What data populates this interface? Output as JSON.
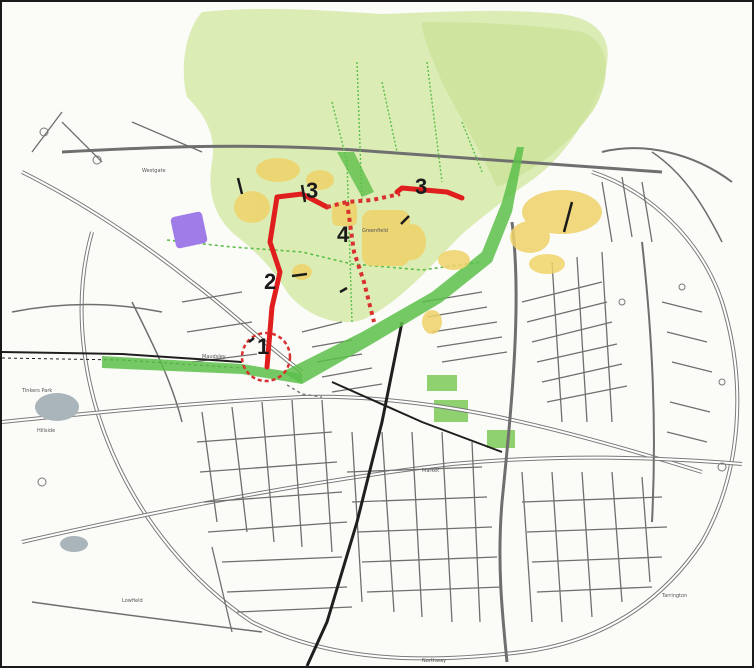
{
  "map": {
    "route_labels": {
      "r1": "1",
      "r2": "2",
      "r3a": "3",
      "r3b": "3",
      "r4": "4"
    },
    "colors": {
      "park": "#cde39a",
      "park_dark": "#8fd06f",
      "corridor": "#5cbf4a",
      "route_solid": "#e01e1e",
      "route_dashed": "#d93030",
      "building": "#f0d36a",
      "poi": "#a07ce8",
      "street": "#6f6f6f",
      "street_fill": "#ffffff",
      "rail": "#1f1f1f"
    },
    "place_labels": {
      "a": "Maudsley",
      "b": "Greenfield",
      "c": "Tinkers Park",
      "d": "Westgate",
      "e": "Hillside",
      "f": "Market",
      "g": "Northway",
      "h": "Lowfield",
      "i": "Tarrington"
    }
  }
}
